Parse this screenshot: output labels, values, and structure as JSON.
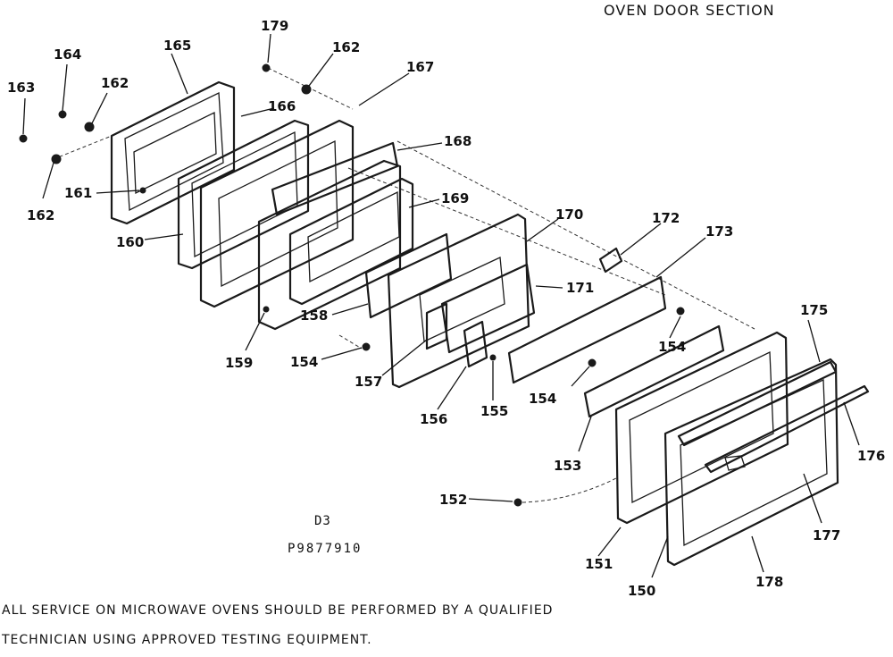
{
  "header": {
    "section_title": "OVEN DOOR SECTION"
  },
  "codes": {
    "d3": "D3",
    "part_number": "P9877910"
  },
  "notice": {
    "line1": "ALL SERVICE ON MICROWAVE OVENS SHOULD BE PERFORMED BY A QUALIFIED",
    "line2": "TECHNICIAN USING APPROVED TESTING EQUIPMENT."
  },
  "callouts": {
    "c150": "150",
    "c151": "151",
    "c152": "152",
    "c153": "153",
    "c154a": "154",
    "c154b": "154",
    "c154c": "154",
    "c155": "155",
    "c156": "156",
    "c157": "157",
    "c158": "158",
    "c159": "159",
    "c160": "160",
    "c161": "161",
    "c162a": "162",
    "c162b": "162",
    "c162c": "162",
    "c163": "163",
    "c164": "164",
    "c165": "165",
    "c166": "166",
    "c167": "167",
    "c168": "168",
    "c169": "169",
    "c170": "170",
    "c171": "171",
    "c172": "172",
    "c173": "173",
    "c175": "175",
    "c176": "176",
    "c177": "177",
    "c178": "178",
    "c179": "179"
  }
}
